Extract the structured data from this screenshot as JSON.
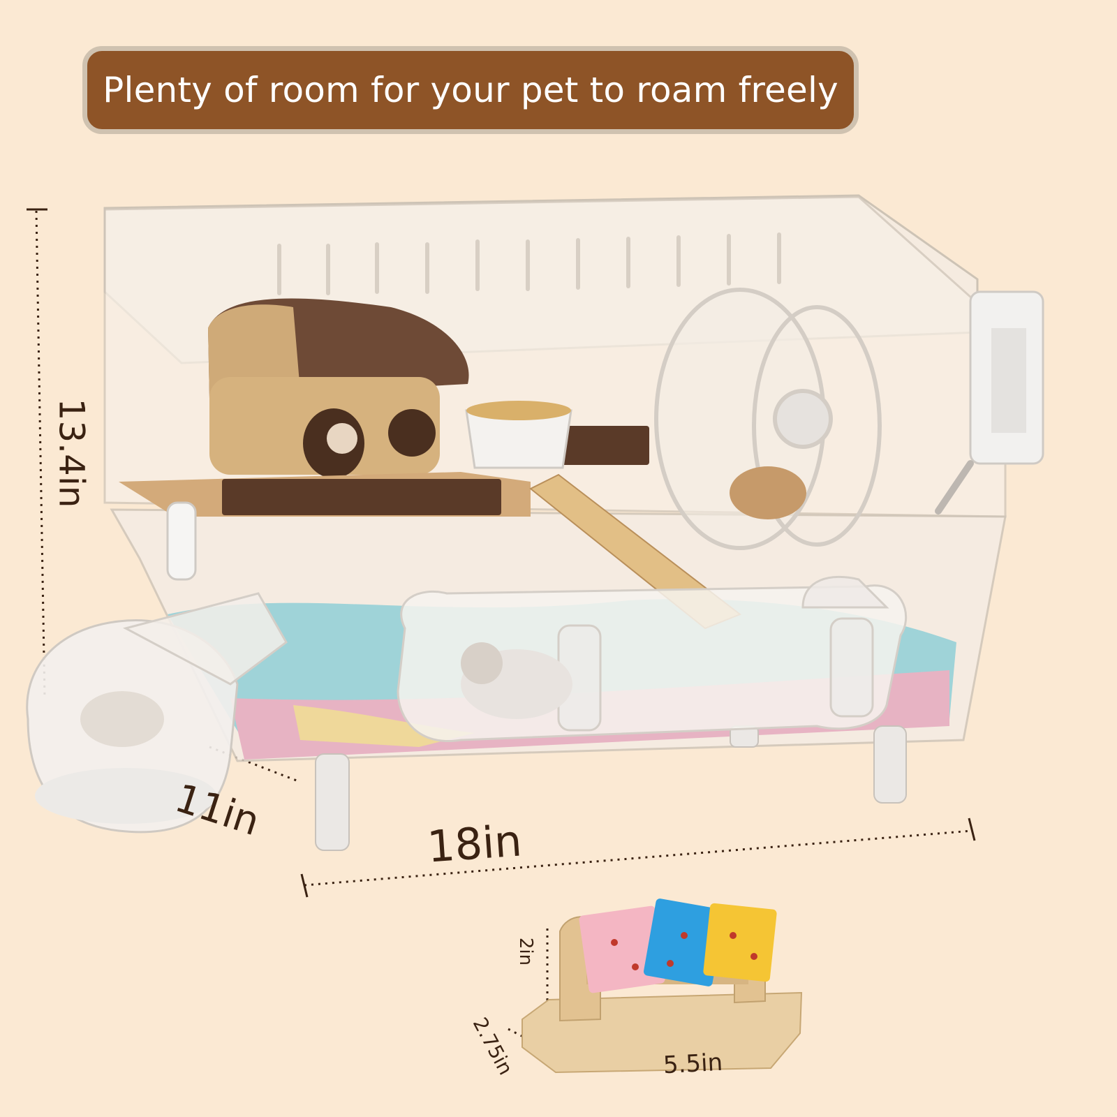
{
  "banner": {
    "text": "Plenty of room for your pet to roam freely"
  },
  "dimensions": {
    "height": "13.4in",
    "depth": "11in",
    "width": "18in",
    "toy_height": "2in",
    "toy_depth": "2.75in",
    "toy_width": "5.5in"
  },
  "colors": {
    "background": "#fbe9d3",
    "banner": "#8e5427",
    "banner_border": "#cfc2b0",
    "dimension_text": "#3a2212"
  }
}
